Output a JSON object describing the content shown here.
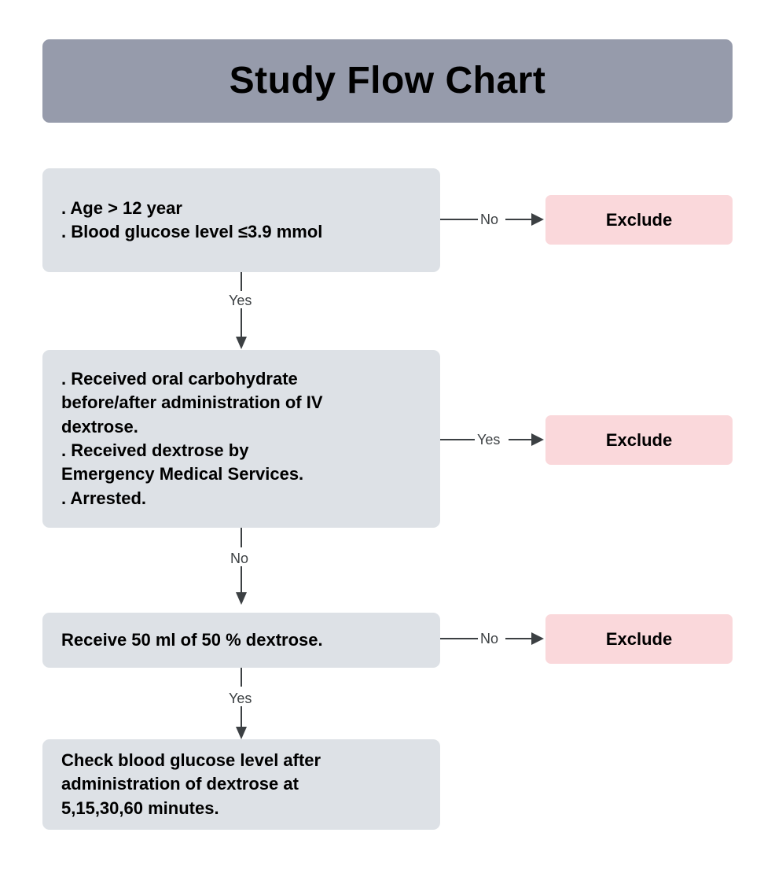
{
  "title": {
    "text": "Study Flow Chart"
  },
  "nodes": [
    {
      "id": "eligibility",
      "lines": [
        ". Age > 12 year",
        ". Blood glucose level ≤3.9 mmol"
      ]
    },
    {
      "id": "exclusion-criteria",
      "lines": [
        ". Received oral carbohydrate",
        "before/after administration of IV",
        "dextrose.",
        ". Received dextrose by",
        "Emergency Medical Services.",
        ". Arrested."
      ]
    },
    {
      "id": "intervention",
      "lines": [
        "Receive 50 ml of 50 % dextrose."
      ]
    },
    {
      "id": "followup",
      "lines": [
        "Check blood glucose level after",
        "administration of dextrose at",
        "5,15,30,60 minutes."
      ]
    }
  ],
  "exclude_nodes": [
    {
      "id": "exclude-1",
      "label": "Exclude"
    },
    {
      "id": "exclude-2",
      "label": "Exclude"
    },
    {
      "id": "exclude-3",
      "label": "Exclude"
    }
  ],
  "edges": {
    "branch_1_label": "No",
    "branch_2_label": "Yes",
    "branch_3_label": "No",
    "flow_1_label": "Yes",
    "flow_2_label": "No",
    "flow_3_label": "Yes"
  },
  "colors": {
    "title_bar": "#969bab",
    "node_fill": "#dde1e6",
    "exclude_fill": "#fad8db",
    "connector": "#3c4043",
    "text": "#000000",
    "background": "#ffffff"
  }
}
